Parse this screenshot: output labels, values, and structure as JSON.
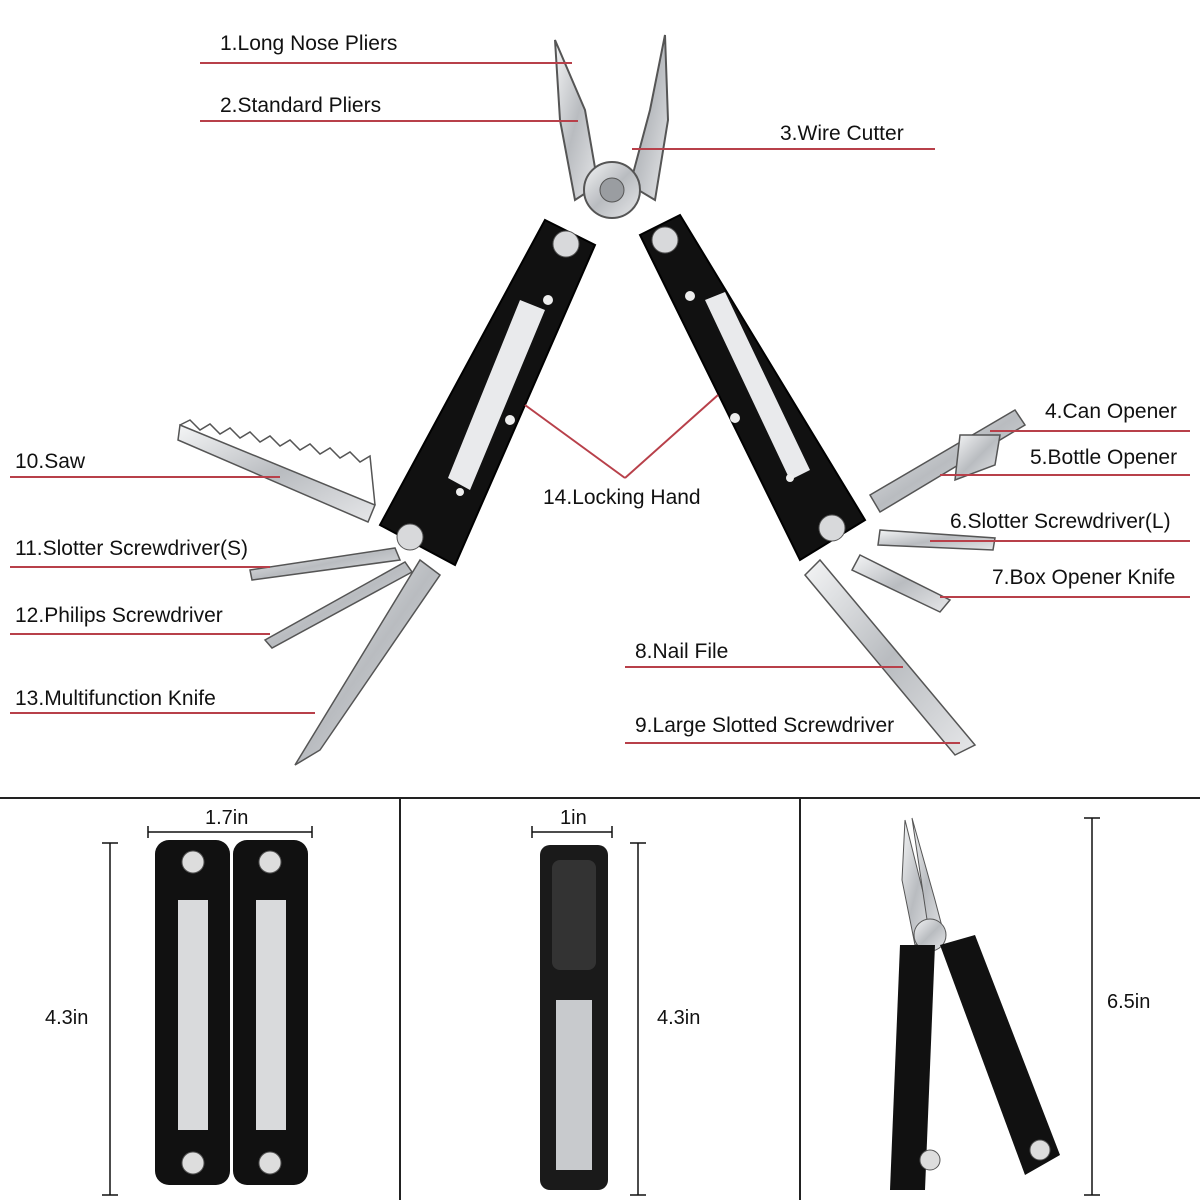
{
  "labels": {
    "long_nose": "1.Long Nose Pliers",
    "standard": "2.Standard Pliers",
    "wire_cutter": "3.Wire Cutter",
    "can_opener": "4.Can Opener",
    "bottle_opener": "5.Bottle Opener",
    "slotter_l": "6.Slotter Screwdriver(L)",
    "box_opener": "7.Box Opener Knife",
    "nail_file": "8.Nail File",
    "large_slotted": "9.Large Slotted Screwdriver",
    "saw": "10.Saw",
    "slotter_s": "11.Slotter Screwdriver(S)",
    "philips": "12.Philips Screwdriver",
    "multifunction": "13.Multifunction Knife",
    "locking": "14.Locking Hand"
  },
  "dimensions": {
    "p1_width": "1.7in",
    "p1_height": "4.3in",
    "p2_width": "1in",
    "p2_height": "4.3in",
    "p3_height": "6.5in"
  },
  "colors": {
    "leader": "#b8404a",
    "handle": "#111111",
    "steel": "#c9ccd0"
  }
}
